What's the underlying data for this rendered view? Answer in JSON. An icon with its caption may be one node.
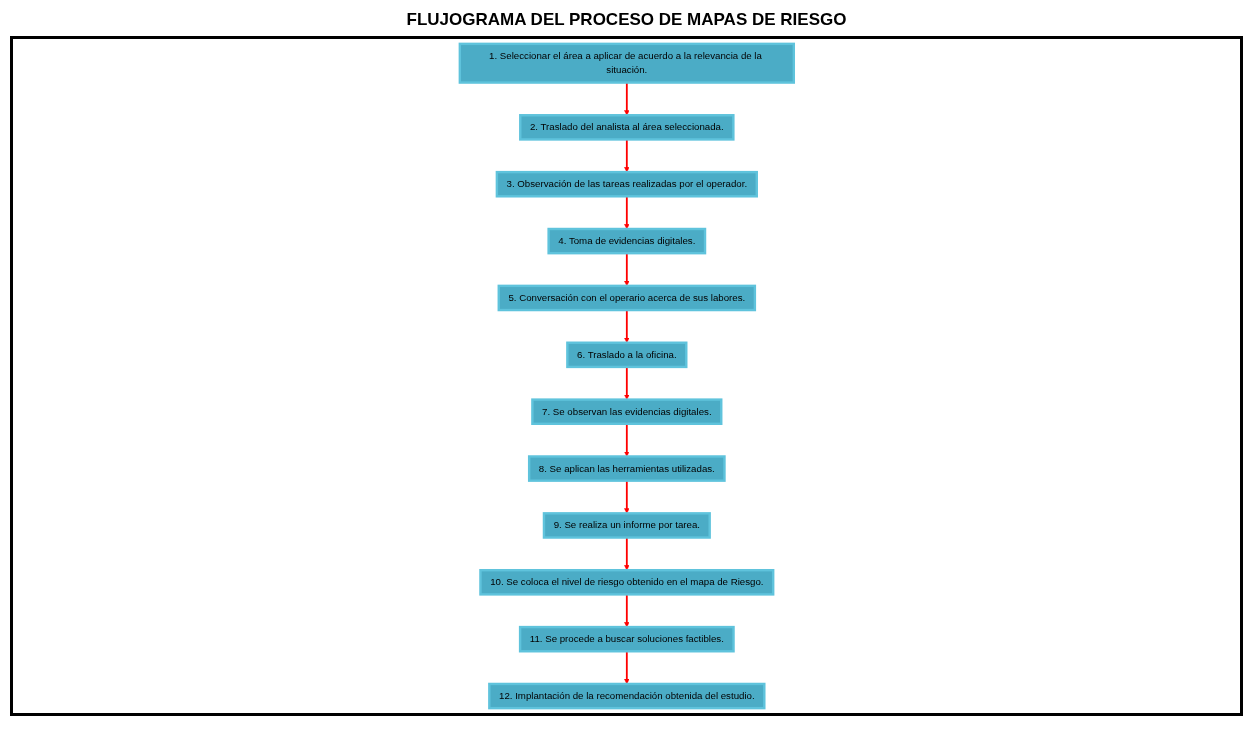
{
  "diagram": {
    "title": "FLUJOGRAMA DEL PROCESO DE MAPAS DE RIESGO",
    "nodes": [
      {
        "text": [
          "1. Seleccionar el área a aplicar de acuerdo a la relevancia de la situación."
        ]
      },
      {
        "text": [
          "2. Traslado del analista al área seleccionada."
        ]
      },
      {
        "text": [
          "3. Observación de las tareas realizadas por el operador."
        ]
      },
      {
        "text": [
          "4. Toma de evidencias digitales."
        ]
      },
      {
        "text": [
          "5. Conversación con el operario acerca de sus labores."
        ]
      },
      {
        "text": [
          "6. Traslado a la oficina."
        ]
      },
      {
        "text": [
          "7. Se observan las evidencias digitales."
        ]
      },
      {
        "text": [
          "8. Se aplican las herramientas utilizadas."
        ]
      },
      {
        "text": [
          "9. Se realiza un informe por tarea."
        ]
      },
      {
        "text": [
          "10. Se coloca el nivel de riesgo obtenido en el mapa de Riesgo."
        ]
      },
      {
        "text": [
          "11. Se procede a buscar soluciones factibles."
        ]
      },
      {
        "text": [
          "12. Implantación de la recomendación obtenida del estudio."
        ]
      }
    ],
    "edges": [
      {
        "from": 0,
        "to": 1,
        "arrow": "to"
      },
      {
        "from": 1,
        "to": 2,
        "arrow": "to"
      },
      {
        "from": 2,
        "to": 3,
        "arrow": "to"
      },
      {
        "from": 3,
        "to": 4,
        "arrow": "to"
      },
      {
        "from": 4,
        "to": 5,
        "arrow": "to"
      },
      {
        "from": 5,
        "to": 6,
        "arrow": "to"
      },
      {
        "from": 6,
        "to": 7,
        "arrow": "to"
      },
      {
        "from": 7,
        "to": 8,
        "arrow": "to"
      },
      {
        "from": 8,
        "to": 9,
        "arrow": "to"
      },
      {
        "from": 9,
        "to": 10,
        "arrow": "to"
      },
      {
        "from": 10,
        "to": 11,
        "arrow": "to"
      }
    ]
  }
}
